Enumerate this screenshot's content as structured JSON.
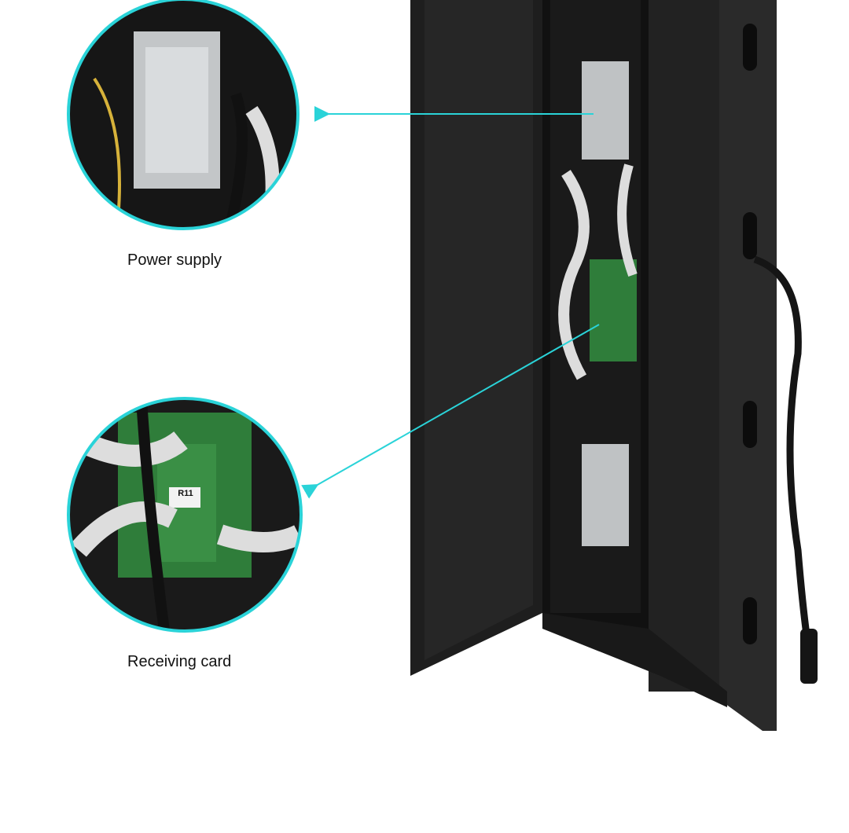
{
  "callouts": [
    {
      "label": "Power supply"
    },
    {
      "label": "Receiving card",
      "card_marking": "R11"
    }
  ],
  "colors": {
    "accent": "#2ad3d8",
    "cabinet": "#1c1c1c",
    "board": "#2f7d3a",
    "metal": "#bfc2c4"
  }
}
